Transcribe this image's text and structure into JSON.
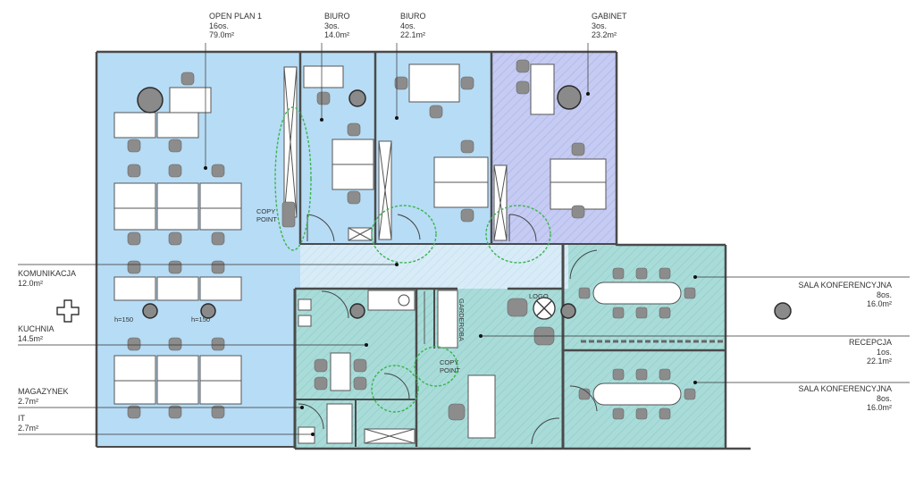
{
  "rooms": {
    "open_plan": {
      "name": "OPEN PLAN 1",
      "people": "16os.",
      "area": "79.0m²"
    },
    "biuro_3": {
      "name": "BIURO",
      "people": "3os.",
      "area": "14.0m²"
    },
    "biuro_4": {
      "name": "BIURO",
      "people": "4os.",
      "area": "22.1m²"
    },
    "gabinet": {
      "name": "GABINET",
      "people": "3os.",
      "area": "23.2m²"
    },
    "komunikacja": {
      "name": "KOMUNIKACJA",
      "area": "12.0m²"
    },
    "kuchnia": {
      "name": "KUCHNIA",
      "area": "14.5m²"
    },
    "magazynek": {
      "name": "MAGAZYNEK",
      "area": "2.7m²"
    },
    "it": {
      "name": "IT",
      "area": "2.7m²"
    },
    "sala_1": {
      "name": "SALA KONFERENCYJNA",
      "people": "8os.",
      "area": "16.0m²"
    },
    "recepcja": {
      "name": "RECEPCJA",
      "people": "1os.",
      "area": "22.1m²"
    },
    "sala_2": {
      "name": "SALA KONFERENCYJNA",
      "people": "8os.",
      "area": "16.0m²"
    }
  },
  "plan_labels": {
    "copy_point_1": {
      "line1": "COPY",
      "line2": "POINT"
    },
    "copy_point_2": {
      "line1": "COPY",
      "line2": "POINT"
    },
    "h150_a": "h=150",
    "h150_b": "h=150",
    "logo": "LOGO",
    "garderoba": "GARDEROBA"
  },
  "colors": {
    "office_blue": "#b7dcf5",
    "gabinet_violet": "#c5cbf2",
    "teal": "#a9dcd9",
    "corridor": "#d8ecf8",
    "wall": "#4a4a4a",
    "copy_outline": "#39b54a"
  }
}
